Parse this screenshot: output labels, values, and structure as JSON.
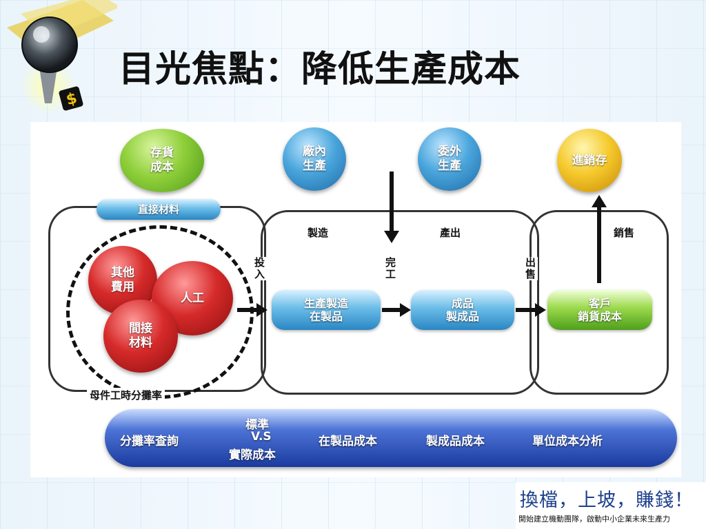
{
  "slide": {
    "title": "目光焦點：降低生產成本"
  },
  "diagram": {
    "top_circles": {
      "inventory_cost": "存貨\n成本",
      "in_house_production": "廠內\n生產",
      "outsourced_production": "委外\n生產",
      "purchase_sales_inventory": "進銷存"
    },
    "direct_materials": "直接材料",
    "cost_circles": {
      "other_expenses": "其他\n費用",
      "labor": "人工",
      "indirect_materials": "間接\n材料"
    },
    "allocation_rate": "母件工時分攤率",
    "section_labels": {
      "manufacturing": "製造",
      "output": "產出",
      "sales": "銷售"
    },
    "flow_labels": {
      "input": "投入",
      "completion": "完工",
      "shipping": "出售"
    },
    "process_pills": {
      "wip": "生產製造\n在製品",
      "finished_goods": "成品\n製成品",
      "cost_of_goods_sold": "客戶\n銷貨成本"
    },
    "bottom_bar": {
      "allocation_query": "分攤率查詢",
      "standard": "標準",
      "vs": "V.S",
      "actual_cost": "實際成本",
      "wip_cost": "在製品成本",
      "finished_goods_cost": "製成品成本",
      "unit_cost_analysis": "單位成本分析"
    }
  },
  "footer": {
    "slogan": "換檔，上坡，賺錢！",
    "subtitle": "開始建立機動團隊，啟動中小企業未來生產力"
  },
  "colors": {
    "green": "#8fcf3a",
    "blue": "#4aa6dc",
    "yellow": "#f5c92c",
    "red": "#d62a2a",
    "bar_blue": "#1a3a9e",
    "slogan": "#1c3f8c"
  },
  "icons": {
    "logo": "dollar-pin-icon"
  }
}
